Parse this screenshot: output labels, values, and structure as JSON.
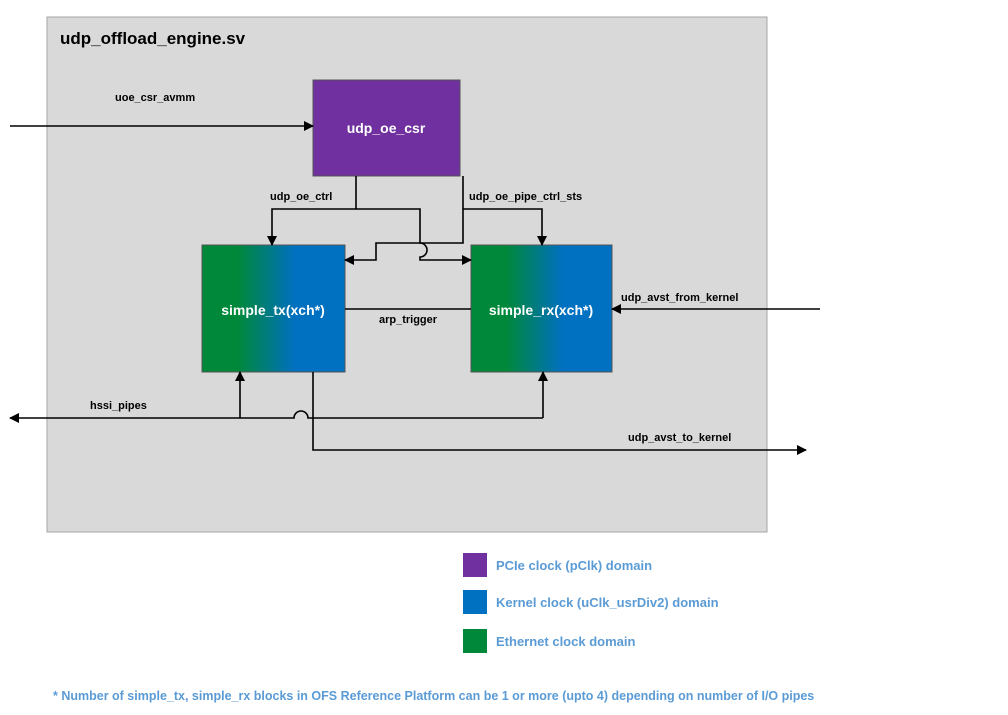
{
  "module": {
    "title": "udp_offload_engine.sv"
  },
  "blocks": {
    "csr": {
      "label": "udp_oe_csr"
    },
    "tx": {
      "label": "simple_tx(xch*)"
    },
    "rx": {
      "label": "simple_rx(xch*)"
    }
  },
  "signals": {
    "csr_avmm": "uoe_csr_avmm",
    "ctrl": "udp_oe_ctrl",
    "pipe_ctrl_sts": "udp_oe_pipe_ctrl_sts",
    "arp_trigger": "arp_trigger",
    "from_kernel": "udp_avst_from_kernel",
    "hssi_pipes": "hssi_pipes",
    "to_kernel": "udp_avst_to_kernel"
  },
  "legend": [
    {
      "label": "PCIe clock (pClk) domain",
      "color": "#7030a0"
    },
    {
      "label": "Kernel clock (uClk_usrDiv2) domain",
      "color": "#0070c0"
    },
    {
      "label": "Ethernet clock domain",
      "color": "#00883a"
    }
  ],
  "colors": {
    "module_fill": "#d9d9d9",
    "pcie": "#7030a0",
    "kernel": "#0070c0",
    "ethernet": "#00883a",
    "note_text": "#5b9bd5"
  },
  "footnote": "* Number of simple_tx, simple_rx blocks in OFS Reference Platform can be 1 or more (upto 4) depending on number of I/O pipes"
}
